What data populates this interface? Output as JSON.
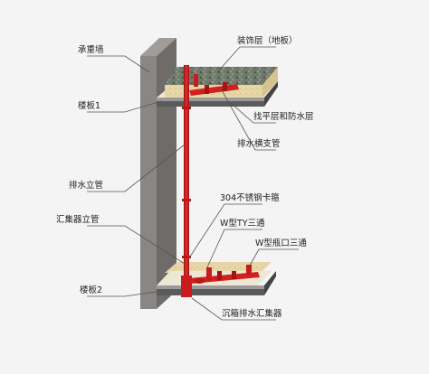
{
  "labels": {
    "load_bearing_wall": "承重墙",
    "floor_slab_1": "楼板1",
    "drain_riser": "排水立管",
    "collector_riser": "汇集器立管",
    "floor_slab_2": "楼板2",
    "decor_layer": "装饰层（地板）",
    "leveling_waterproof": "找平层和防水层",
    "drain_branch": "排水横支管",
    "ss_clamp": "304不锈钢卡箍",
    "w_ty_tee": "W型TY三通",
    "w_bottle_tee": "W型瓶口三通",
    "sunken_collector": "沉箱排水汇集器"
  },
  "colors": {
    "background": "#f4f4f4",
    "wall": "#8a8684",
    "slab": "#5b5b5b",
    "pipe_red": "#cf1b1b",
    "fill_layer": "#e8d6a8",
    "tile": "#6f7a6a",
    "leader": "#555555"
  }
}
